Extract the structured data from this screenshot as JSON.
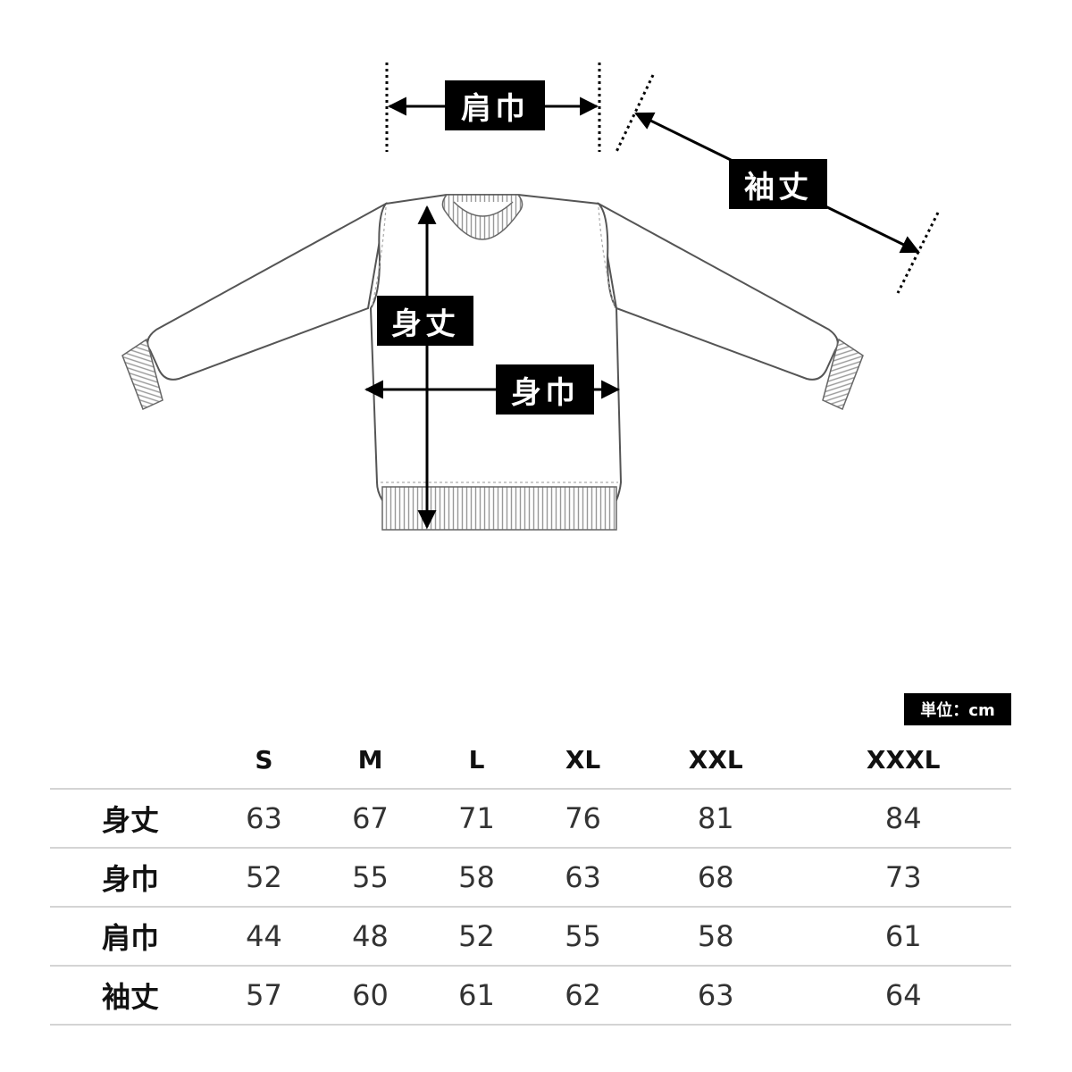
{
  "diagram": {
    "labels": {
      "shoulder_width": "肩巾",
      "sleeve_length": "袖丈",
      "body_length": "身丈",
      "body_width": "身巾"
    },
    "colors": {
      "label_bg": "#000000",
      "label_text": "#ffffff",
      "outline": "#555555",
      "rib": "#888888"
    }
  },
  "table": {
    "unit": "単位：cm",
    "columns": [
      "S",
      "M",
      "L",
      "XL",
      "XXL",
      "XXXL"
    ],
    "rows": [
      {
        "label": "身丈",
        "values": [
          "63",
          "67",
          "71",
          "76",
          "81",
          "84"
        ]
      },
      {
        "label": "身巾",
        "values": [
          "52",
          "55",
          "58",
          "63",
          "68",
          "73"
        ]
      },
      {
        "label": "肩巾",
        "values": [
          "44",
          "48",
          "52",
          "55",
          "58",
          "61"
        ]
      },
      {
        "label": "袖丈",
        "values": [
          "57",
          "60",
          "61",
          "62",
          "63",
          "64"
        ]
      }
    ]
  }
}
